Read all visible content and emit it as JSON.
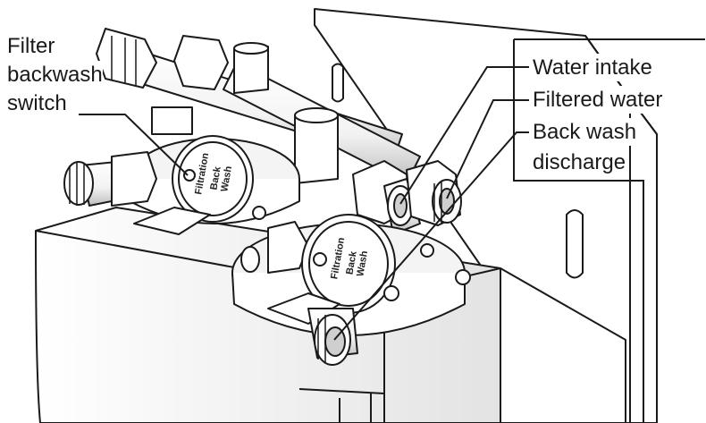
{
  "labels": {
    "switch_line1": "Filter",
    "switch_line2": "backwash",
    "switch_line3": "switch",
    "water_intake": "Water intake",
    "filtered_water": "Filtered water",
    "back_wash_line1": "Back wash",
    "back_wash_line2": "discharge"
  },
  "valve_text": {
    "filtration": "Filtration",
    "back": "Back",
    "wash": "Wash"
  },
  "colors": {
    "line": "#1a1a1a",
    "background": "#ffffff",
    "metal_light": "#ffffff",
    "metal_shade": "#e6e6e6",
    "metal_dark": "#9a9a9a"
  }
}
